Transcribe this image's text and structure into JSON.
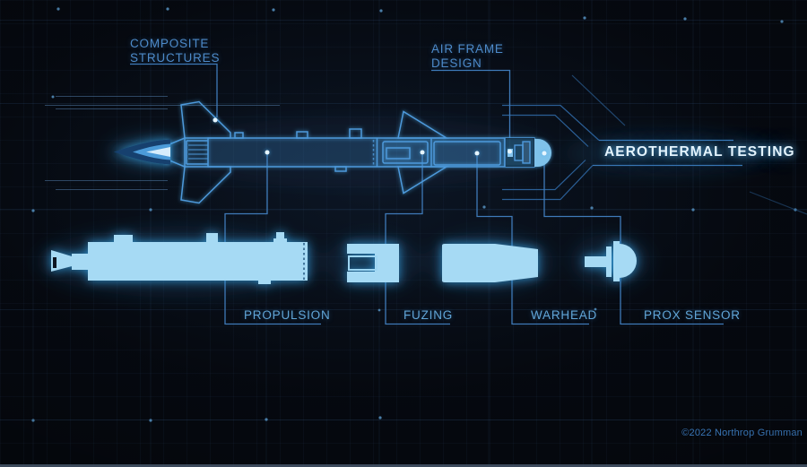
{
  "labels": {
    "composite_line1": "COMPOSITE",
    "composite_line2": "STRUCTURES",
    "airframe_line1": "AIR FRAME",
    "airframe_line2": "DESIGN",
    "aerothermal": "AEROTHERMAL TESTING",
    "propulsion": "PROPULSION",
    "fuzing": "FUZING",
    "warhead": "WARHEAD",
    "prox_sensor": "PROX SENSOR"
  },
  "footer": {
    "copyright": "©2022 Northrop Grumman"
  },
  "colors": {
    "background": "#05080e",
    "callout_text": "#4d8ac9",
    "highlight_text": "#e4f4fe",
    "outline_blue": "#4e99db",
    "silhouette_fill": "#a6daf4"
  }
}
